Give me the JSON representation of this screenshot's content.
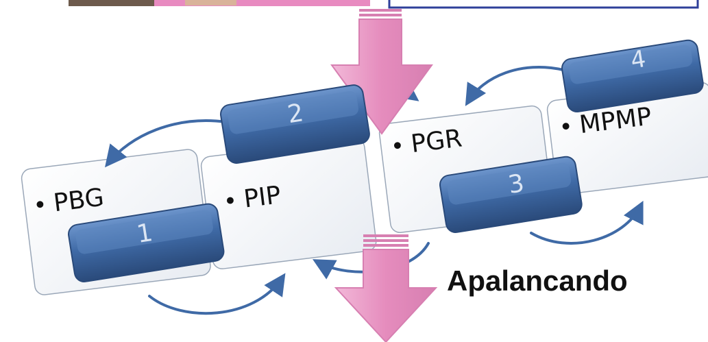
{
  "colors": {
    "card_fill": "#f3f5f8",
    "card_stroke": "#9aa7b8",
    "block_fill": "#3f6aa6",
    "block_dark": "#2a4a7a",
    "arrow_pink": "#e9a0c8",
    "arrow_pink_dark": "#d77fb1",
    "curve_blue": "#3f6aa6",
    "frame_blue": "#2e3f9a",
    "photo_pink": "#e88ac0"
  },
  "cards": [
    {
      "label": "PBG"
    },
    {
      "label": "PIP"
    },
    {
      "label": "PGR"
    },
    {
      "label": "MPMP"
    }
  ],
  "blocks": [
    {
      "number": "1"
    },
    {
      "number": "2"
    },
    {
      "number": "3"
    },
    {
      "number": "4"
    }
  ],
  "caption": "Apalancando",
  "bullet": "•"
}
